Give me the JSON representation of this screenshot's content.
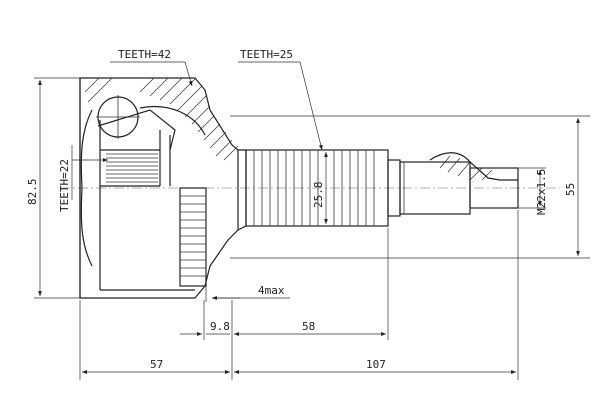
{
  "labels": {
    "teeth_outer": "TEETH=42",
    "teeth_spline": "TEETH=25",
    "teeth_inner": "TEETH=22",
    "dia_outer": "82.5",
    "dia_spline": "25.8",
    "thread": "M22x1.5",
    "dia_total": "55",
    "gap_max": "4max",
    "offset": "9.8",
    "spline_len": "58",
    "body_len": "57",
    "shaft_len": "107"
  }
}
